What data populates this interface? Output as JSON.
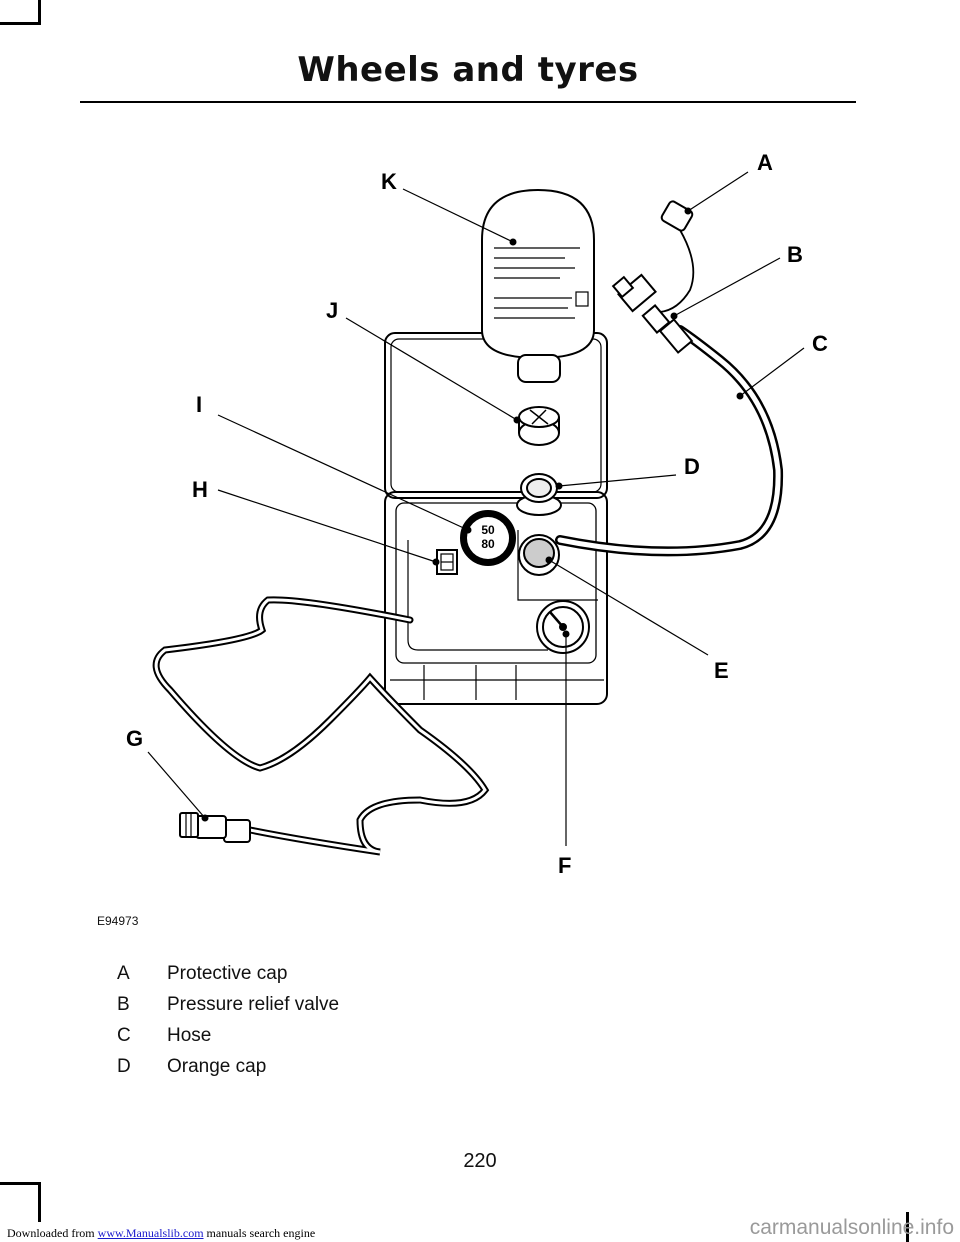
{
  "header": {
    "title": "Wheels and tyres"
  },
  "figure": {
    "code": "E94973",
    "callouts": [
      "A",
      "B",
      "C",
      "D",
      "E",
      "F",
      "G",
      "H",
      "I",
      "J",
      "K"
    ],
    "gauge_label": {
      "top": "50",
      "bottom": "80"
    }
  },
  "legend": [
    {
      "letter": "A",
      "text": "Protective cap"
    },
    {
      "letter": "B",
      "text": "Pressure relief valve"
    },
    {
      "letter": "C",
      "text": "Hose"
    },
    {
      "letter": "D",
      "text": "Orange cap"
    }
  ],
  "page_number": "220",
  "footer": {
    "prefix": "Downloaded from",
    "link": "www.Manualslib.com",
    "suffix": "manuals search engine",
    "watermark": "carmanualsonline.info"
  }
}
